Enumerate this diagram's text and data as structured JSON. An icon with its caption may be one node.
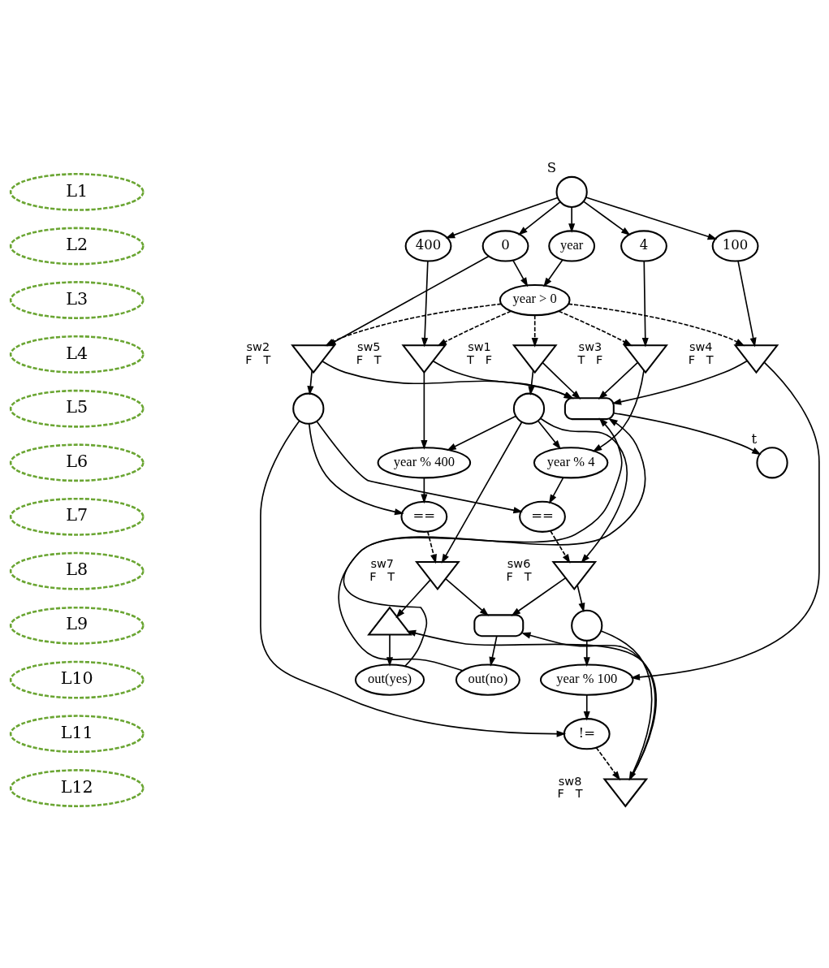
{
  "diagram": {
    "nodes": [
      {
        "text": [],
        "shape": "circle",
        "beside": [
          "S"
        ]
      },
      {
        "text": [
          "year"
        ]
      },
      {
        "text": [
          "0"
        ]
      },
      {
        "text": [
          "4"
        ]
      },
      {
        "text": [
          "100"
        ]
      },
      {
        "text": [
          "400"
        ]
      },
      {
        "text": [
          "year > 0"
        ]
      },
      {
        "text": [],
        "shape": "triangle",
        "beside": [
          "sw1",
          "T",
          "F"
        ]
      },
      {
        "text": [],
        "shape": "triangle",
        "beside": [
          "sw2",
          "F",
          "T"
        ]
      },
      {
        "text": [],
        "shape": "triangle",
        "beside": [
          "sw3",
          "T",
          "F"
        ]
      },
      {
        "text": [],
        "shape": "triangle",
        "beside": [
          "sw4",
          "F",
          "T"
        ]
      },
      {
        "text": [],
        "shape": "triangle",
        "beside": [
          "sw5",
          "F",
          "T"
        ]
      },
      {
        "text": [],
        "shape": "circle"
      },
      {
        "text": [],
        "shape": "semicircle"
      },
      {
        "text": [],
        "shape": "circle"
      },
      {
        "text": [
          "year % 4"
        ]
      },
      {
        "text": [],
        "shape": "circle",
        "beside": [
          "t"
        ]
      },
      {
        "text": [
          "year % 400"
        ]
      },
      {
        "text": [
          "=="
        ]
      },
      {
        "text": [
          "=="
        ]
      },
      {
        "text": [],
        "shape": "triangle",
        "beside": [
          "sw7",
          "F",
          "T"
        ]
      },
      {
        "text": [],
        "shape": "triangle",
        "beside": [
          "sw6",
          "F",
          "T"
        ]
      },
      {
        "text": [],
        "shape": "semicircle"
      },
      {
        "text": [],
        "shape": "triangle"
      },
      {
        "text": [],
        "shape": "circle"
      },
      {
        "text": [
          "out(no)"
        ]
      },
      {
        "text": [
          "out(yes)"
        ]
      },
      {
        "text": [
          "year % 100"
        ]
      },
      {
        "text": [
          "!="
        ]
      },
      {
        "text": [],
        "shape": "triangle",
        "beside": [
          "sw8",
          "F",
          "T"
        ]
      },
      {
        "text": [
          "L1"
        ]
      },
      {
        "text": [
          "L2"
        ]
      },
      {
        "text": [
          "L3"
        ]
      },
      {
        "text": [
          "L4"
        ]
      },
      {
        "text": [
          "L5"
        ]
      },
      {
        "text": [
          "L6"
        ]
      },
      {
        "text": [
          "L7"
        ]
      },
      {
        "text": [
          "L8"
        ]
      },
      {
        "text": [
          "L9"
        ]
      },
      {
        "text": [
          "L10"
        ]
      },
      {
        "text": [
          "L11"
        ]
      },
      {
        "text": [
          "L12"
        ]
      }
    ],
    "edges": [
      {
        "from": 0,
        "to": 1,
        "arrow": "to"
      },
      {
        "from": 0,
        "to": 2,
        "arrow": "to"
      },
      {
        "from": 0,
        "to": 3,
        "arrow": "to"
      },
      {
        "from": 0,
        "to": 4,
        "arrow": "to"
      },
      {
        "from": 0,
        "to": 5,
        "arrow": "to"
      },
      {
        "from": 1,
        "to": 6,
        "arrow": "to"
      },
      {
        "from": 2,
        "to": 6,
        "arrow": "to"
      },
      {
        "from": 2,
        "to": 8,
        "arrow": "to"
      },
      {
        "from": 3,
        "to": 9,
        "arrow": "to"
      },
      {
        "from": 4,
        "to": 10,
        "arrow": "to"
      },
      {
        "from": 5,
        "to": 11,
        "arrow": "to"
      },
      {
        "from": 6,
        "to": 7,
        "arrow": "to",
        "style": "dashed"
      },
      {
        "from": 6,
        "to": 8,
        "arrow": "to",
        "style": "dashed"
      },
      {
        "from": 6,
        "to": 9,
        "arrow": "to",
        "style": "dashed"
      },
      {
        "from": 6,
        "to": 10,
        "arrow": "to",
        "style": "dashed"
      },
      {
        "from": 6,
        "to": 11,
        "arrow": "to",
        "style": "dashed"
      },
      {
        "from": 7,
        "to": 12,
        "arrow": "to"
      },
      {
        "from": 7,
        "to": 13,
        "arrow": "to"
      },
      {
        "from": 8,
        "to": 13,
        "arrow": "to"
      },
      {
        "from": 8,
        "to": 14,
        "arrow": "to"
      },
      {
        "from": 9,
        "to": 15,
        "arrow": "to"
      },
      {
        "from": 9,
        "to": 13,
        "arrow": "to"
      },
      {
        "from": 10,
        "to": 13,
        "arrow": "to"
      },
      {
        "from": 10,
        "to": 27,
        "arrow": "to"
      },
      {
        "from": 11,
        "to": 13,
        "arrow": "to"
      },
      {
        "from": 11,
        "to": 17,
        "arrow": "to"
      },
      {
        "from": 12,
        "to": 15,
        "arrow": "to"
      },
      {
        "from": 12,
        "to": 17,
        "arrow": "to"
      },
      {
        "from": 12,
        "to": 20,
        "arrow": "to"
      },
      {
        "from": 12,
        "to": 21,
        "arrow": "to"
      },
      {
        "from": 13,
        "to": 16,
        "arrow": "to"
      },
      {
        "from": 14,
        "to": 18,
        "arrow": "to"
      },
      {
        "from": 14,
        "to": 19,
        "arrow": "to"
      },
      {
        "from": 14,
        "to": 28,
        "arrow": "to"
      },
      {
        "from": 15,
        "to": 18,
        "arrow": "to"
      },
      {
        "from": 17,
        "to": 19,
        "arrow": "to"
      },
      {
        "from": 18,
        "to": 21,
        "arrow": "to",
        "style": "dashed"
      },
      {
        "from": 19,
        "to": 20,
        "arrow": "to",
        "style": "dashed"
      },
      {
        "from": 20,
        "to": 22,
        "arrow": "to"
      },
      {
        "from": 20,
        "to": 23,
        "arrow": "to"
      },
      {
        "from": 21,
        "to": 22,
        "arrow": "to"
      },
      {
        "from": 21,
        "to": 24,
        "arrow": "to"
      },
      {
        "from": 22,
        "to": 25,
        "arrow": "to"
      },
      {
        "from": 23,
        "to": 26,
        "arrow": "to"
      },
      {
        "from": 25,
        "to": 13,
        "arrow": "to"
      },
      {
        "from": 26,
        "to": 13,
        "arrow": "to"
      },
      {
        "from": 24,
        "to": 27,
        "arrow": "to"
      },
      {
        "from": 24,
        "to": 29,
        "arrow": "to"
      },
      {
        "from": 27,
        "to": 28,
        "arrow": "to"
      },
      {
        "from": 28,
        "to": 29,
        "arrow": "to",
        "style": "dashed"
      },
      {
        "from": 29,
        "to": 22,
        "arrow": "to"
      },
      {
        "from": 29,
        "to": 23,
        "arrow": "to"
      }
    ]
  }
}
